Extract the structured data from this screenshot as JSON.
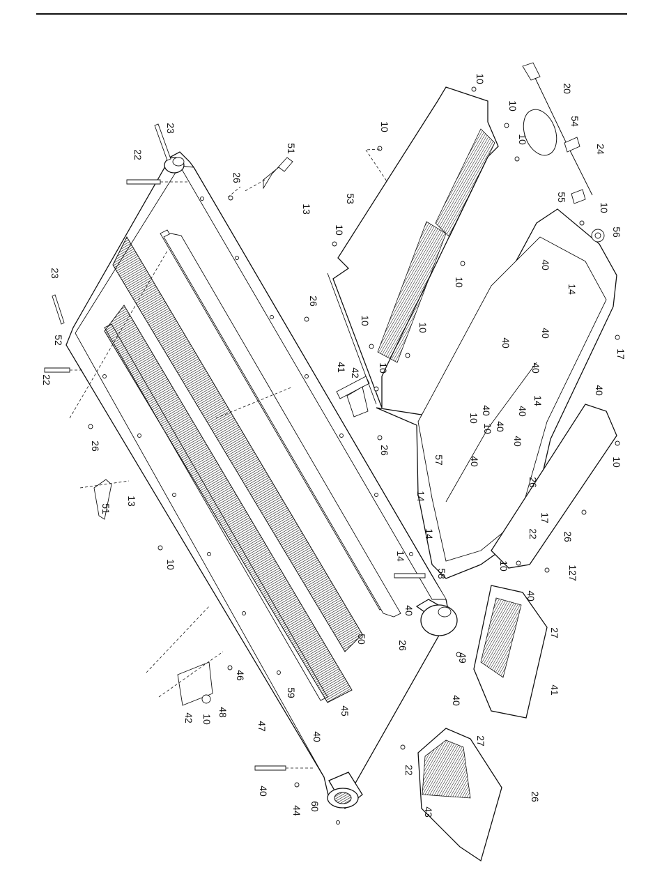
{
  "callouts": [
    {
      "id": "c1",
      "label": "10"
    },
    {
      "id": "c2",
      "label": "20"
    },
    {
      "id": "c3",
      "label": "10"
    },
    {
      "id": "c4",
      "label": "10"
    },
    {
      "id": "c5",
      "label": "54"
    },
    {
      "id": "c6",
      "label": "10"
    },
    {
      "id": "c7",
      "label": "24"
    },
    {
      "id": "c8",
      "label": "23"
    },
    {
      "id": "c9",
      "label": "22"
    },
    {
      "id": "c10",
      "label": "51"
    },
    {
      "id": "c11",
      "label": "26"
    },
    {
      "id": "c12",
      "label": "13"
    },
    {
      "id": "c13",
      "label": "53"
    },
    {
      "id": "c14",
      "label": "55"
    },
    {
      "id": "c15",
      "label": "10"
    },
    {
      "id": "c16",
      "label": "56"
    },
    {
      "id": "c17",
      "label": "10"
    },
    {
      "id": "c18",
      "label": "10"
    },
    {
      "id": "c19",
      "label": "40"
    },
    {
      "id": "c20",
      "label": "14"
    },
    {
      "id": "c21",
      "label": "23"
    },
    {
      "id": "c22",
      "label": "26"
    },
    {
      "id": "c23",
      "label": "52"
    },
    {
      "id": "c24",
      "label": "10"
    },
    {
      "id": "c25",
      "label": "10"
    },
    {
      "id": "c26",
      "label": "40"
    },
    {
      "id": "c27",
      "label": "40"
    },
    {
      "id": "c28",
      "label": "17"
    },
    {
      "id": "c29",
      "label": "22"
    },
    {
      "id": "c30",
      "label": "41"
    },
    {
      "id": "c31",
      "label": "42"
    },
    {
      "id": "c32",
      "label": "10"
    },
    {
      "id": "c33",
      "label": "40"
    },
    {
      "id": "c34",
      "label": "40"
    },
    {
      "id": "c35",
      "label": "26"
    },
    {
      "id": "c36",
      "label": "10"
    },
    {
      "id": "c37",
      "label": "14"
    },
    {
      "id": "c38",
      "label": "40"
    },
    {
      "id": "c39",
      "label": "40"
    },
    {
      "id": "c40",
      "label": "10"
    },
    {
      "id": "c41",
      "label": "40"
    },
    {
      "id": "c42",
      "label": "26"
    },
    {
      "id": "c43",
      "label": "57"
    },
    {
      "id": "c44",
      "label": "40"
    },
    {
      "id": "c45",
      "label": "40"
    },
    {
      "id": "c46",
      "label": "13"
    },
    {
      "id": "c47",
      "label": "51"
    },
    {
      "id": "c48",
      "label": "14"
    },
    {
      "id": "c49",
      "label": "10"
    },
    {
      "id": "c50",
      "label": "17"
    },
    {
      "id": "c51",
      "label": "26"
    },
    {
      "id": "c52",
      "label": "14"
    },
    {
      "id": "c53",
      "label": "22"
    },
    {
      "id": "c54",
      "label": "14"
    },
    {
      "id": "c55",
      "label": "58"
    },
    {
      "id": "c56",
      "label": "26"
    },
    {
      "id": "c57",
      "label": "10"
    },
    {
      "id": "c58",
      "label": "10"
    },
    {
      "id": "c59",
      "label": "127"
    },
    {
      "id": "c60",
      "label": "40"
    },
    {
      "id": "c61",
      "label": "40"
    },
    {
      "id": "c62",
      "label": "27"
    },
    {
      "id": "c63",
      "label": "49"
    },
    {
      "id": "c64",
      "label": "50"
    },
    {
      "id": "c65",
      "label": "26"
    },
    {
      "id": "c66",
      "label": "46"
    },
    {
      "id": "c67",
      "label": "59"
    },
    {
      "id": "c68",
      "label": "40"
    },
    {
      "id": "c69",
      "label": "41"
    },
    {
      "id": "c70",
      "label": "42"
    },
    {
      "id": "c71",
      "label": "10"
    },
    {
      "id": "c72",
      "label": "48"
    },
    {
      "id": "c73",
      "label": "45"
    },
    {
      "id": "c74",
      "label": "47"
    },
    {
      "id": "c75",
      "label": "40"
    },
    {
      "id": "c76",
      "label": "27"
    },
    {
      "id": "c77",
      "label": "22"
    },
    {
      "id": "c78",
      "label": "40"
    },
    {
      "id": "c79",
      "label": "26"
    },
    {
      "id": "c80",
      "label": "44"
    },
    {
      "id": "c81",
      "label": "60"
    },
    {
      "id": "c82",
      "label": "43"
    }
  ]
}
